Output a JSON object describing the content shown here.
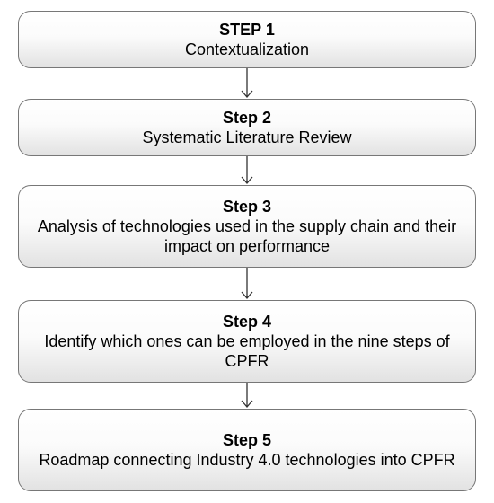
{
  "steps": [
    {
      "title": "STEP 1",
      "description": "Contextualization"
    },
    {
      "title": "Step 2",
      "description": "Systematic Literature Review"
    },
    {
      "title": "Step 3",
      "description": "Analysis of technologies used in the supply chain and their impact on performance"
    },
    {
      "title": "Step 4",
      "description": "Identify which ones can be employed in the nine steps of CPFR"
    },
    {
      "title": "Step 5",
      "description": "Roadmap connecting Industry 4.0 technologies into CPFR"
    }
  ]
}
